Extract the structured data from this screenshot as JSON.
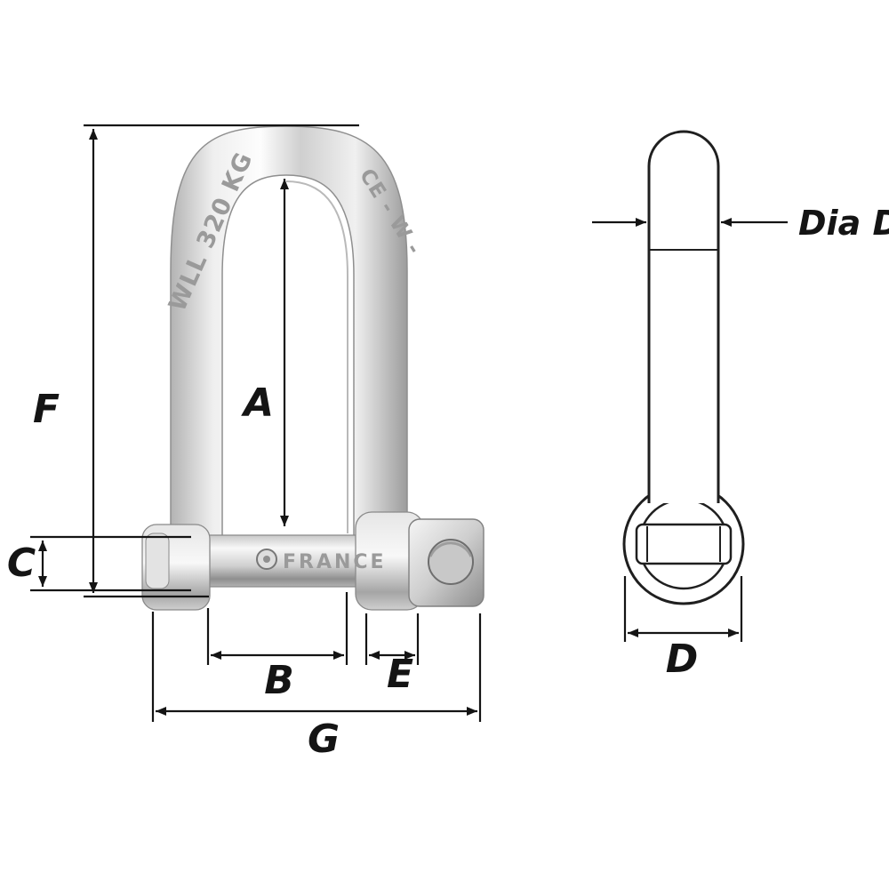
{
  "colors": {
    "line": "#141414",
    "background": "#ffffff",
    "metal_edge": "#8f8f8f",
    "engraving": "#9a9a9a"
  },
  "left_view": {
    "markings": {
      "wll": "WLL 320 KG",
      "ce": "CE - W -",
      "brand": "FRANCE"
    },
    "dim_labels": {
      "F": "F",
      "A": "A",
      "C": "C",
      "B": "B",
      "E": "E",
      "G": "G"
    }
  },
  "right_view": {
    "dim_labels": {
      "dia_d": "Dia D",
      "d": "D"
    }
  }
}
